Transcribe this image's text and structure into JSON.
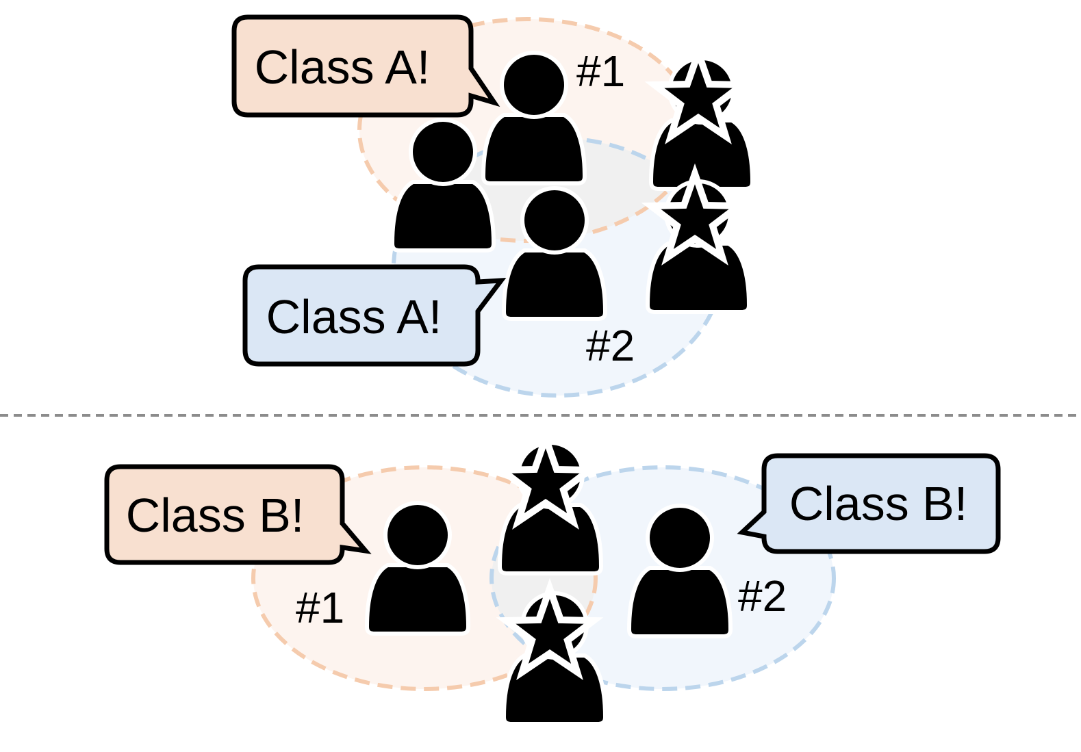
{
  "colors": {
    "group1_fill": "#fdf4ef",
    "group1_stroke": "#f5cbad",
    "group2_fill": "#f1f6fc",
    "group2_stroke": "#bcd5ec",
    "overlap_fill": "#f0f0f0",
    "bubble1_fill": "#f8e0d0",
    "bubble2_fill": "#dbe7f5",
    "divider": "#8c8c8c",
    "person": "#000000"
  },
  "top": {
    "bubble1": "Class A!",
    "bubble2": "Class A!",
    "label1": "#1",
    "label2": "#2"
  },
  "bottom": {
    "bubble1": "Class B!",
    "bubble2": "Class B!",
    "label1": "#1",
    "label2": "#2"
  }
}
